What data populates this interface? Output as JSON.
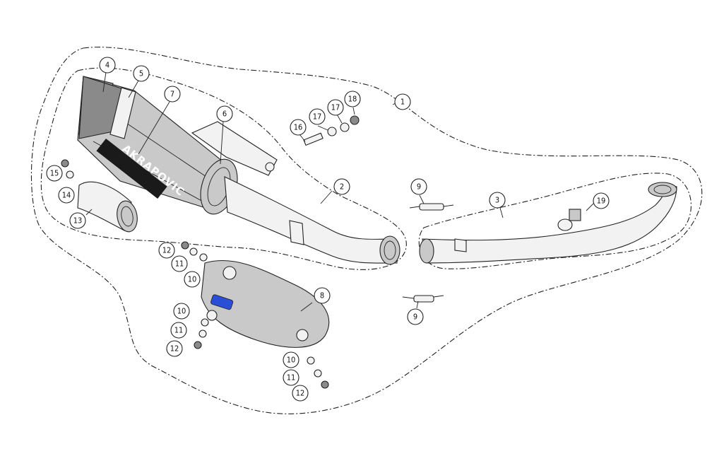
{
  "brand": {
    "label": "AKRAPOVIC",
    "logo_color": "#1a1a1a",
    "plate_color": "#2a4fd6"
  },
  "callouts": [
    "1",
    "2",
    "3",
    "4",
    "5",
    "6",
    "7",
    "8",
    "9",
    "9",
    "10",
    "10",
    "10",
    "11",
    "11",
    "11",
    "12",
    "12",
    "12",
    "13",
    "14",
    "15",
    "16",
    "17",
    "17",
    "18",
    "19"
  ]
}
